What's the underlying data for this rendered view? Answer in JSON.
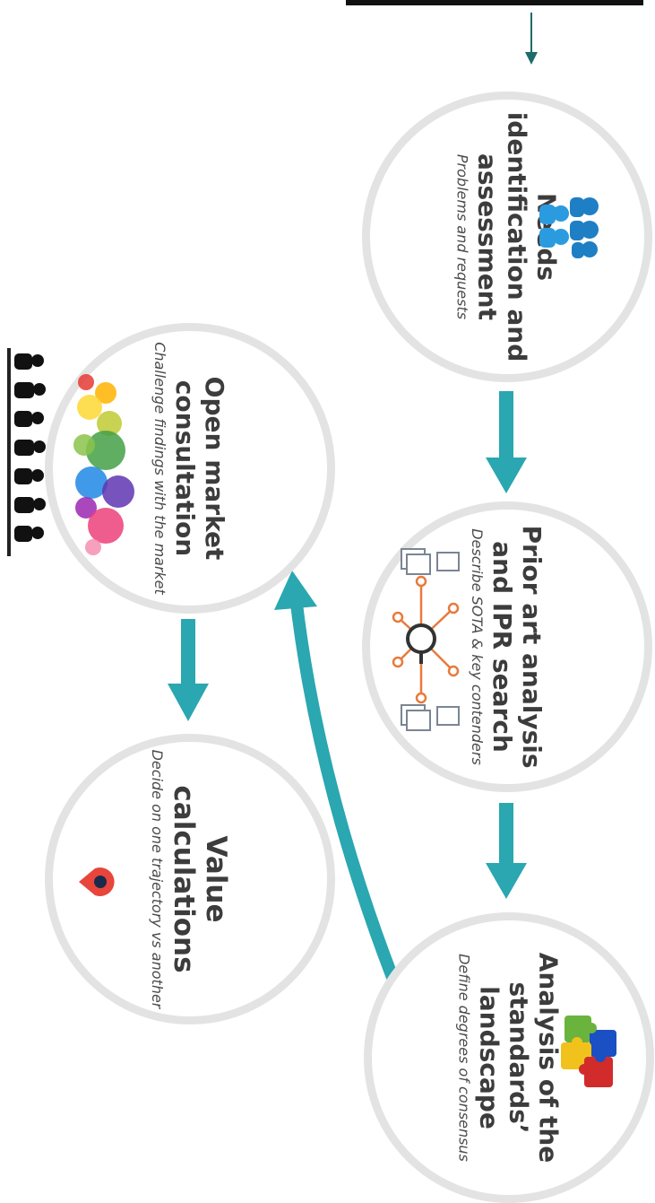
{
  "steps": [
    {
      "title": "Needs identification and assessment",
      "subtitle": "Problems and requests",
      "icon": "people-group-icon"
    },
    {
      "title": "Prior art analysis and IPR search",
      "subtitle": "Describe SOTA & key contenders",
      "icon": "network-search-icon"
    },
    {
      "title": "Analysis of the standards’ landscape",
      "subtitle": "Define degrees of consensus",
      "icon": "puzzle-pieces-icon"
    },
    {
      "title": "Open market consultation",
      "subtitle": "Challenge findings with the market",
      "icon": "speech-bubbles-icon"
    },
    {
      "title": "Value calculations",
      "subtitle": "Decide on one trajectory vs another",
      "icon": "map-pin-icon"
    }
  ],
  "colors": {
    "arrow": "#2aa7b0",
    "ring": "#e3e3e3",
    "title": "#3c3c3c",
    "entry_arrow": "#1e6b6b"
  }
}
